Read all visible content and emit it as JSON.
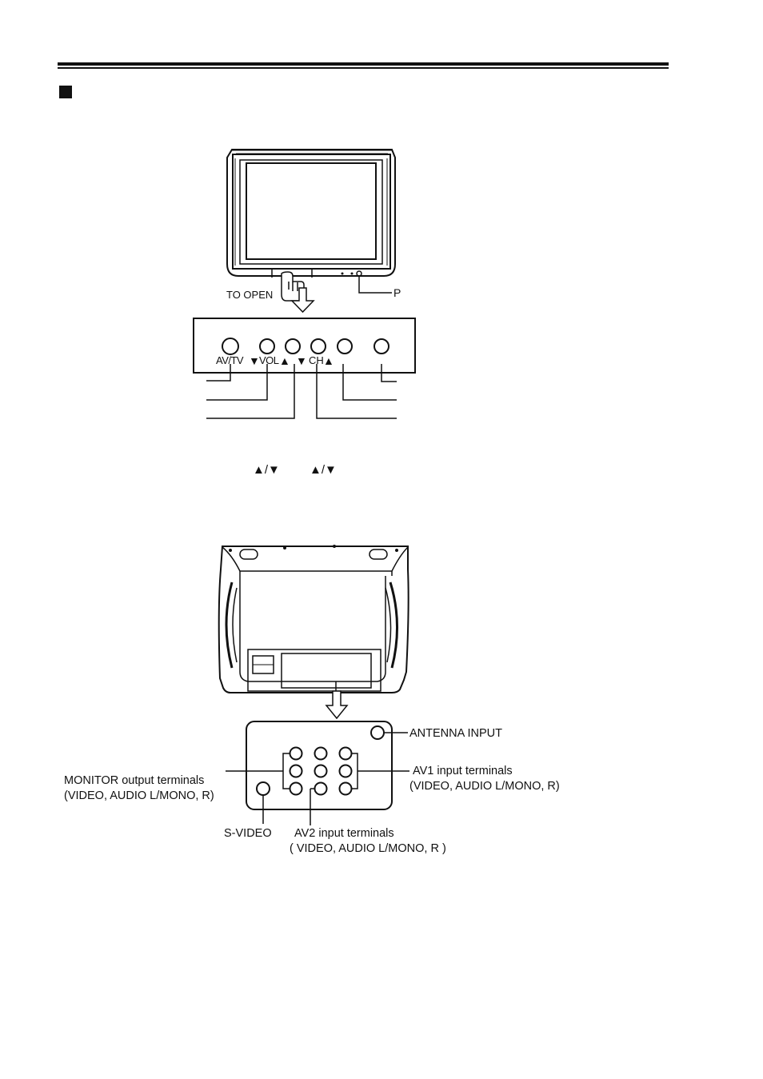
{
  "front": {
    "to_open": "TO OPEN",
    "power_cut": "P",
    "buttons": {
      "av_tv": "AV/TV",
      "vol_down": "▼",
      "vol": "VOL",
      "vol_up": "▲",
      "ch_down": "▼",
      "ch": "CH",
      "ch_up": "▲"
    },
    "arrow_pair_1": "▲/▼",
    "arrow_pair_2": "▲/▼"
  },
  "rear": {
    "antenna_input": "ANTENNA INPUT",
    "av1_title": "AV1 input terminals",
    "av1_detail": "(VIDEO, AUDIO L/MONO, R)",
    "monitor_title": "MONITOR output terminals",
    "monitor_detail": "(VIDEO, AUDIO L/MONO,  R)",
    "s_video": "S-VIDEO",
    "av2_title": "AV2 input terminals",
    "av2_detail": "( VIDEO, AUDIO  L/MONO,  R )"
  }
}
